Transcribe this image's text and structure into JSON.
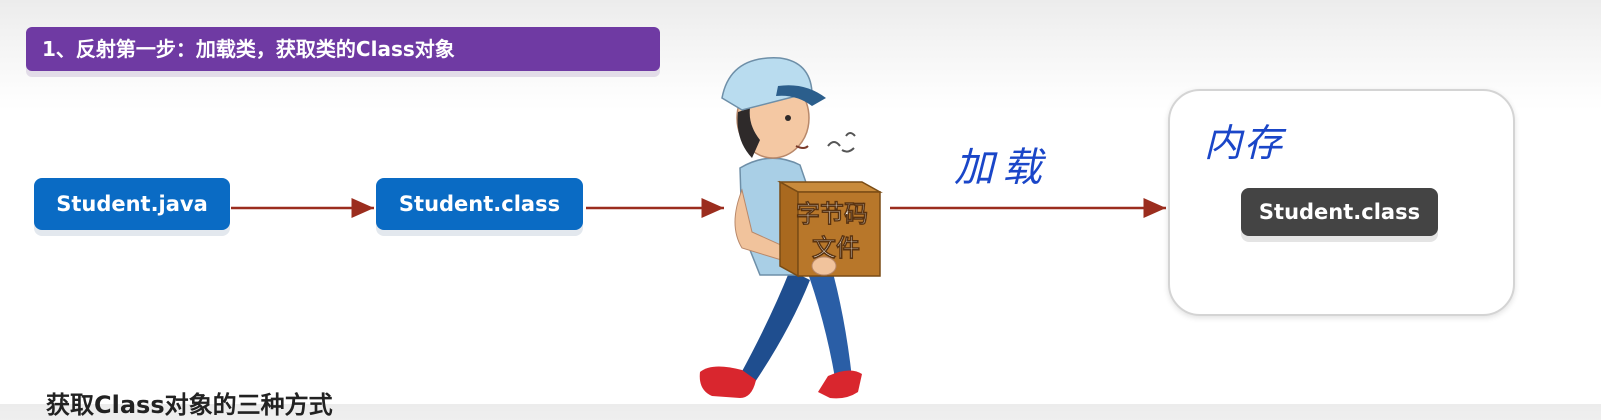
{
  "title": "1、反射第一步：加载类，获取类的Class对象",
  "nodes": {
    "java_file": "Student.java",
    "class_file": "Student.class",
    "memory_class": "Student.class"
  },
  "worker": {
    "box_label_line1": "字节码",
    "box_label_line2": "文件"
  },
  "load_label": "加载",
  "memory_label": "内存",
  "bottom_heading": "获取Class对象的三种方式",
  "colors": {
    "banner": "#6f3aa3",
    "node_blue": "#0a6bc4",
    "node_dark": "#444444",
    "arrow": "#9b2d1e",
    "handwriting": "#1a46c8"
  }
}
